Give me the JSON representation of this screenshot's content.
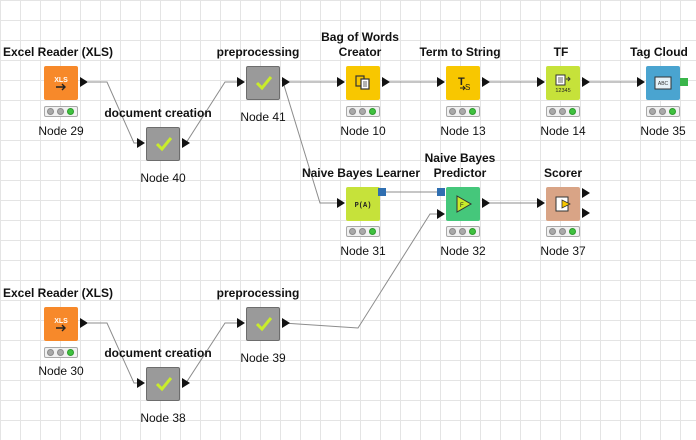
{
  "colors": {
    "reader": "#f7892a",
    "metanode": "#9a9a9a",
    "manipulator": "#f8c700",
    "learner": "#c6e23a",
    "predictor": "#45c77b",
    "scorer": "#d9a486",
    "visualizer": "#4aa4d0",
    "check": "#c9ec2b",
    "status_green": "#3fc23f"
  },
  "nodes": [
    {
      "key": "n29",
      "title": "Excel Reader (XLS)",
      "label": "Node 29",
      "icon": "xls-reader-icon",
      "glyph": "XLS"
    },
    {
      "key": "n40",
      "title": "document creation",
      "label": "Node 40",
      "icon": "metanode-check-icon"
    },
    {
      "key": "n41",
      "title": "preprocessing",
      "label": "Node 41",
      "icon": "metanode-check-icon"
    },
    {
      "key": "n10",
      "title": [
        "Bag of Words",
        "Creator"
      ],
      "label": "Node 10",
      "icon": "bag-of-words-icon"
    },
    {
      "key": "n13",
      "title": "Term to String",
      "label": "Node 13",
      "icon": "term-to-string-icon",
      "glyph": "T"
    },
    {
      "key": "n14",
      "title": "TF",
      "label": "Node 14",
      "icon": "tf-icon",
      "glyph": "12345"
    },
    {
      "key": "n35",
      "title": "Tag Cloud",
      "label": "Node 35",
      "icon": "tag-cloud-icon",
      "glyph": "ABC"
    },
    {
      "key": "n31",
      "title": "Naive Bayes Learner",
      "label": "Node 31",
      "icon": "naive-bayes-learner-icon",
      "glyph": "P(A)"
    },
    {
      "key": "n32",
      "title": [
        "Naive Bayes",
        "Predictor"
      ],
      "label": "Node 32",
      "icon": "naive-bayes-predictor-icon"
    },
    {
      "key": "n37",
      "title": "Scorer",
      "label": "Node 37",
      "icon": "scorer-icon"
    },
    {
      "key": "n30",
      "title": "Excel Reader (XLS)",
      "label": "Node 30",
      "icon": "xls-reader-icon",
      "glyph": "XLS"
    },
    {
      "key": "n38",
      "title": "document creation",
      "label": "Node 38",
      "icon": "metanode-check-icon"
    },
    {
      "key": "n39",
      "title": "preprocessing",
      "label": "Node 39",
      "icon": "metanode-check-icon"
    }
  ]
}
